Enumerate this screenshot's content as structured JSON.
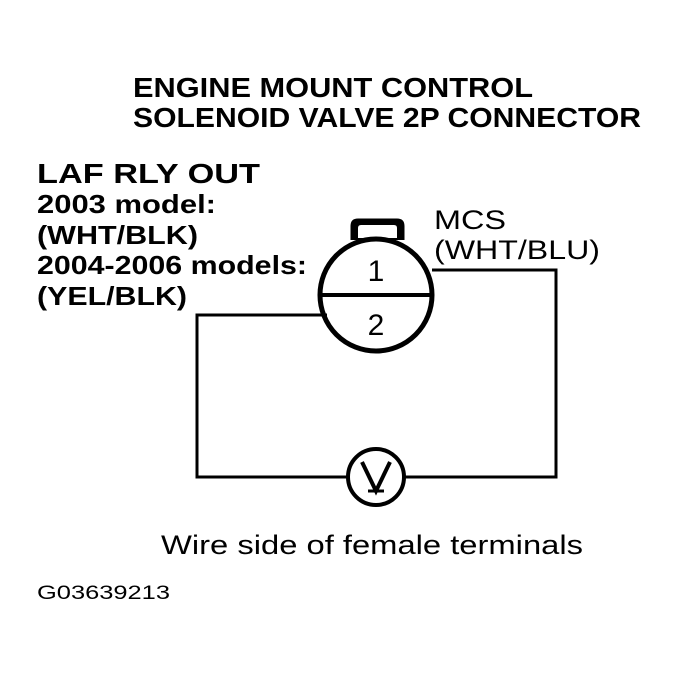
{
  "title": {
    "line1": "ENGINE MOUNT CONTROL",
    "line2": "SOLENOID VALVE 2P CONNECTOR"
  },
  "left_wire": {
    "name": "LAF RLY OUT",
    "line2": "2003 model:",
    "line3": "(WHT/BLK)",
    "line4": "2004-2006 models:",
    "line5": "(YEL/BLK)"
  },
  "right_wire": {
    "name": "MCS",
    "color": "(WHT/BLU)"
  },
  "connector": {
    "terminal_1": "1",
    "terminal_2": "2"
  },
  "meter": {
    "symbol": "V",
    "icon": "voltmeter-icon"
  },
  "caption": "Wire side of female terminals",
  "figure_id": "G03639213"
}
